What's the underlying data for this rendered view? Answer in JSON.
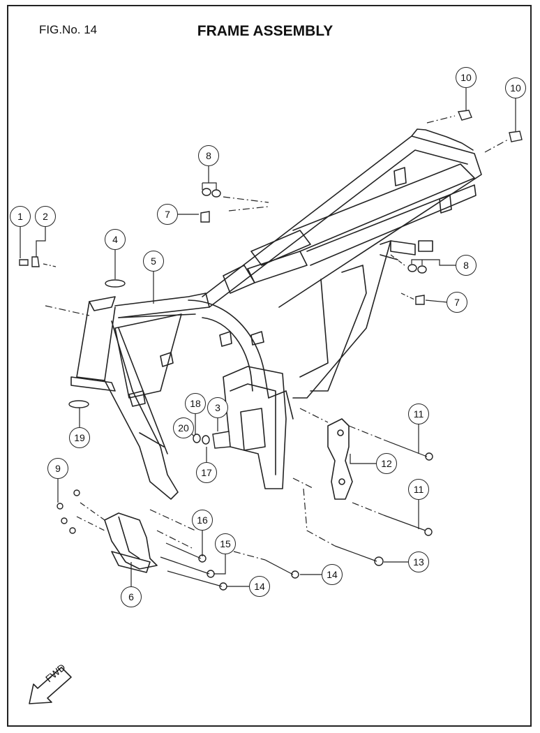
{
  "figure": {
    "number_label": "FIG.No. 14",
    "title": "FRAME ASSEMBLY",
    "fwd_label": "FWD"
  },
  "callouts": [
    {
      "id": "c1",
      "label": "1"
    },
    {
      "id": "c2",
      "label": "2"
    },
    {
      "id": "c3",
      "label": "3"
    },
    {
      "id": "c4",
      "label": "4"
    },
    {
      "id": "c5",
      "label": "5"
    },
    {
      "id": "c6",
      "label": "6"
    },
    {
      "id": "c7a",
      "label": "7"
    },
    {
      "id": "c7b",
      "label": "7"
    },
    {
      "id": "c8a",
      "label": "8"
    },
    {
      "id": "c8b",
      "label": "8"
    },
    {
      "id": "c9",
      "label": "9"
    },
    {
      "id": "c10a",
      "label": "10"
    },
    {
      "id": "c10b",
      "label": "10"
    },
    {
      "id": "c11a",
      "label": "11"
    },
    {
      "id": "c11b",
      "label": "11"
    },
    {
      "id": "c12",
      "label": "12"
    },
    {
      "id": "c13",
      "label": "13"
    },
    {
      "id": "c14a",
      "label": "14"
    },
    {
      "id": "c14b",
      "label": "14"
    },
    {
      "id": "c15",
      "label": "15"
    },
    {
      "id": "c16",
      "label": "16"
    },
    {
      "id": "c17",
      "label": "17"
    },
    {
      "id": "c18",
      "label": "18"
    },
    {
      "id": "c19",
      "label": "19"
    },
    {
      "id": "c20",
      "label": "20"
    }
  ]
}
